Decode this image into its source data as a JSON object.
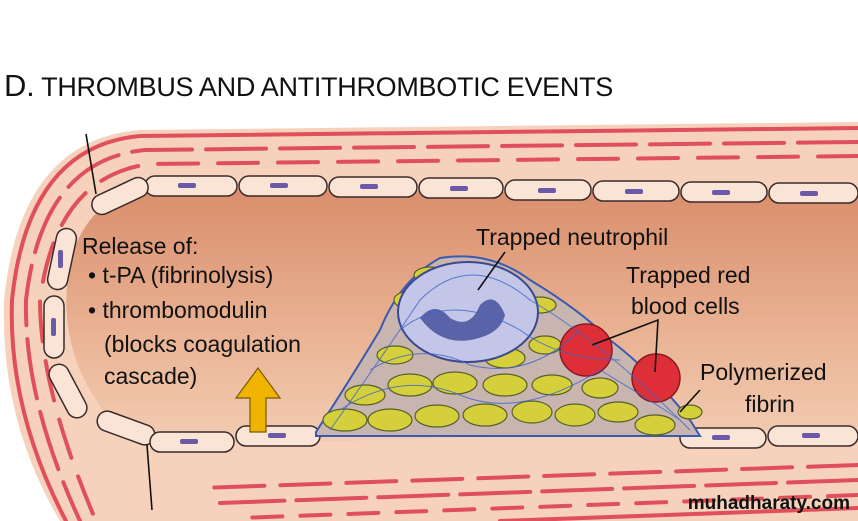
{
  "title": {
    "letter": "D.",
    "text": "THROMBUS AND ANTITHROMBOTIC EVENTS"
  },
  "release": {
    "heading": "Release of:",
    "items": [
      "• t-PA (fibrinolysis)",
      "• thrombomodulin",
      "(blocks coagulation",
      "cascade)"
    ]
  },
  "labels": {
    "neutrophil": "Trapped neutrophil",
    "rbc_line1": "Trapped red",
    "rbc_line2": "blood cells",
    "fibrin_line1": "Polymerized",
    "fibrin_line2": "fibrin"
  },
  "watermark": "muhadharaty.com",
  "colors": {
    "wall": "#f6d2bd",
    "stripe": "#e0505a",
    "lumen": "#e2a282",
    "platelet": "#d8d040",
    "rbc": "#e0303a",
    "neutrophil": "#b8bce0",
    "arrow": "#f0b400"
  }
}
